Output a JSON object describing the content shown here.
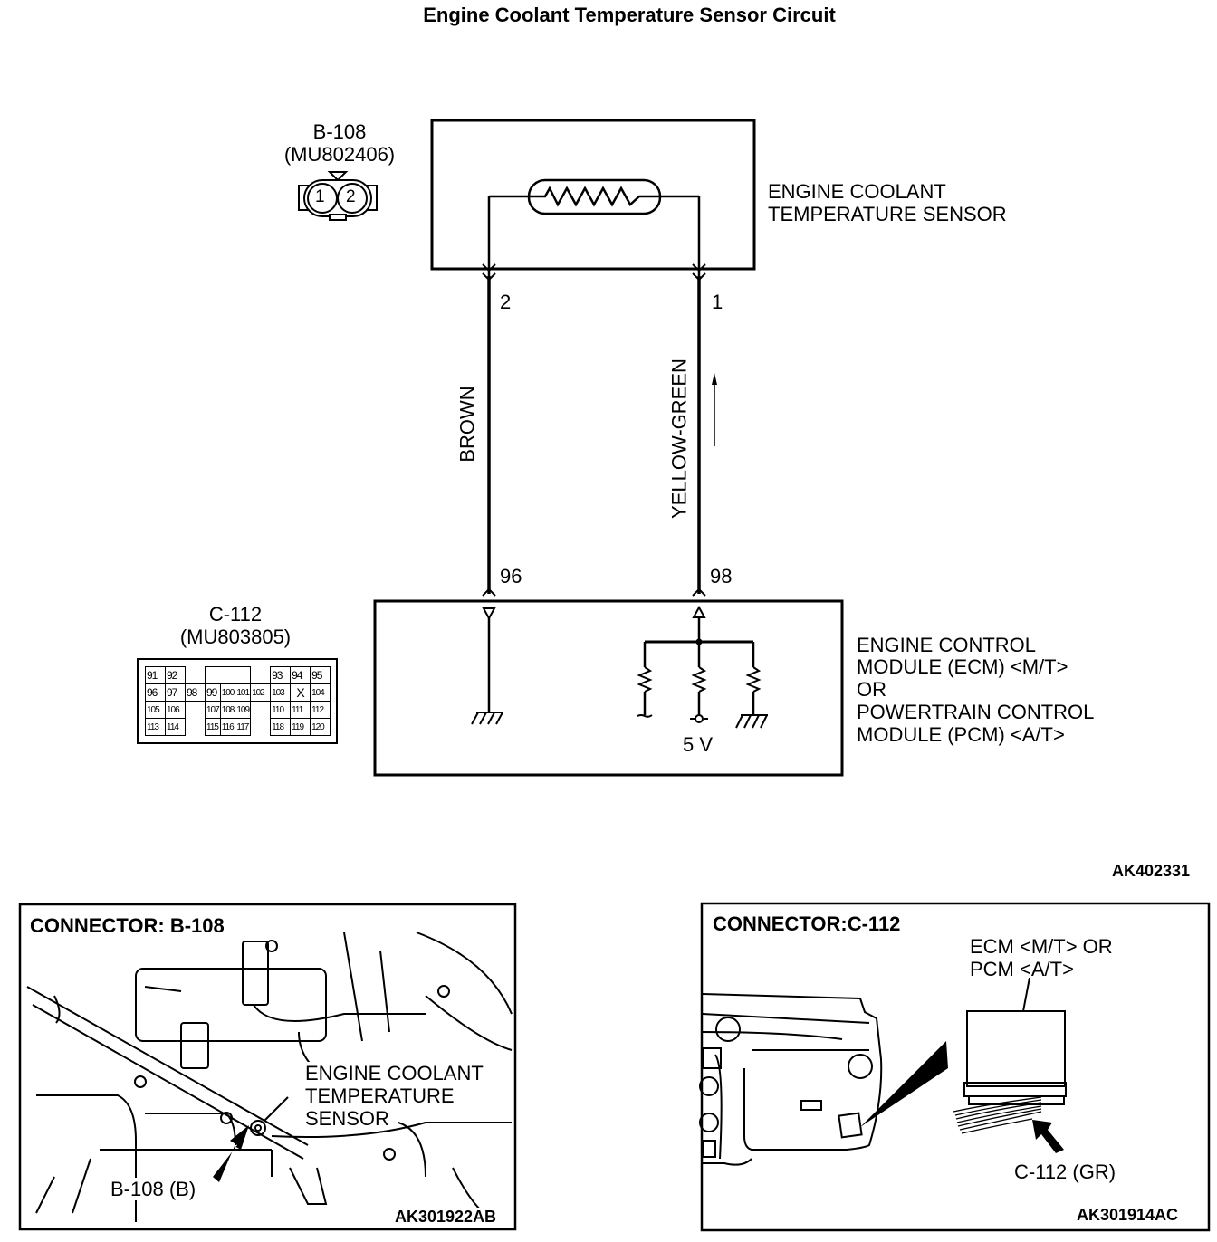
{
  "title": "Engine Coolant Temperature Sensor Circuit",
  "figure_id": "AK402331",
  "sensor_connector": {
    "id": "B-108",
    "part_no": "(MU802406)",
    "pins": [
      "1",
      "2"
    ]
  },
  "sensor": {
    "label_line1": "ENGINE COOLANT",
    "label_line2": "TEMPERATURE SENSOR"
  },
  "wires": [
    {
      "sensor_pin": "2",
      "module_pin": "96",
      "color": "BROWN"
    },
    {
      "sensor_pin": "1",
      "module_pin": "98",
      "color": "YELLOW-GREEN"
    }
  ],
  "module_connector": {
    "id": "C-112",
    "part_no": "(MU803805)",
    "pin_rows": [
      [
        "91",
        "92",
        "",
        "",
        "",
        "",
        "93",
        "94",
        "95"
      ],
      [
        "96",
        "97",
        "98",
        "99",
        "100",
        "101",
        "102",
        "103",
        "X",
        "104"
      ],
      [
        "105",
        "106",
        "",
        "107",
        "108",
        "109",
        "",
        "110",
        "111",
        "112"
      ],
      [
        "113",
        "114",
        "",
        "115",
        "116",
        "117",
        "",
        "118",
        "119",
        "120"
      ]
    ]
  },
  "module": {
    "line1": "ENGINE CONTROL",
    "line2": "MODULE (ECM) <M/T>",
    "line3": "OR",
    "line4": "POWERTRAIN CONTROL",
    "line5": "MODULE (PCM) <A/T>",
    "supply": "5 V"
  },
  "photo_left": {
    "heading": "CONNECTOR: B-108",
    "callout_line1": "ENGINE COOLANT",
    "callout_line2": "TEMPERATURE",
    "callout_line3": "SENSOR",
    "arrow_label": "B-108 (B)",
    "ref": "AK301922AB"
  },
  "photo_right": {
    "heading": "CONNECTOR:C-112",
    "callout_line1": "ECM <M/T> OR",
    "callout_line2": "PCM <A/T>",
    "arrow_label": "C-112 (GR)",
    "ref": "AK301914AC"
  }
}
